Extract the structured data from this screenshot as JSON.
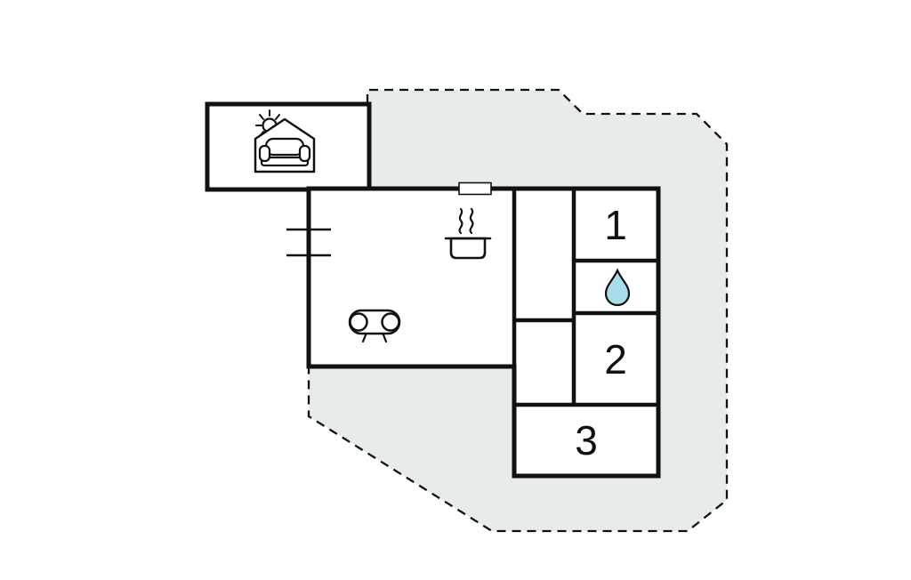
{
  "floorplan": {
    "rooms": [
      {
        "label": "1"
      },
      {
        "label": "2"
      },
      {
        "label": "3"
      }
    ],
    "icons": {
      "annex": "annex-house-with-sun-and-sofa-icon",
      "kitchen": "cooking-pot-with-steam-icon",
      "living": "sofa-top-view-icon",
      "bathroom": "water-drop-icon",
      "entrance": "door-threshold-icon",
      "window": "window-tick-icon"
    },
    "colors": {
      "plot_fill": "#e7ece9",
      "wall": "#111111",
      "water_drop": "#a8dce9"
    }
  }
}
